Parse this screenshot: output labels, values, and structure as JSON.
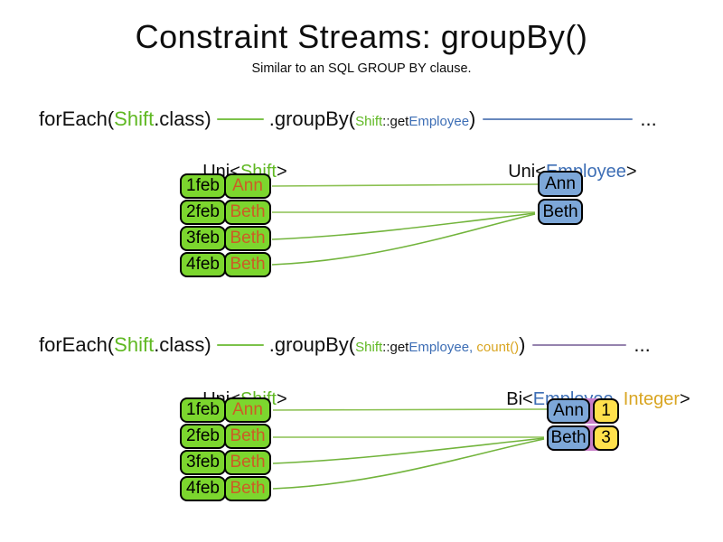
{
  "title": "Constraint Streams: groupBy()",
  "subtitle": "Similar to an SQL GROUP BY clause.",
  "colors": {
    "shift_green_fill": "#7cd62e",
    "code_green": "#5fb822",
    "employee_blue": "#3d6eb5",
    "employee_box_blue": "#7da7d8",
    "integer_gold": "#d9a521",
    "count_box_yellow": "#ffe14c",
    "name_orange": "#cc5c26",
    "tuple_purple": "#c97fc9",
    "wire_green": "#8cc152",
    "wire_blue": "#6787bd",
    "wire_purple": "#9583ae"
  },
  "section1": {
    "code": {
      "foreach_pre": "forEach(",
      "foreach_type": "Shift",
      "foreach_post": ".class)",
      "groupby_open": ".groupBy(",
      "arg_type": "Shift",
      "arg_getter": "::get",
      "arg_prop": "Employee",
      "groupby_close": ")",
      "ellipsis": "..."
    },
    "source_label": {
      "pre": "Uni<",
      "type": "Shift",
      "post": ">"
    },
    "result_label": {
      "pre": "Uni<",
      "type": "Employee",
      "post": ">"
    },
    "rows": [
      {
        "date": "1feb",
        "name": "Ann"
      },
      {
        "date": "2feb",
        "name": "Beth"
      },
      {
        "date": "3feb",
        "name": "Beth"
      },
      {
        "date": "4feb",
        "name": "Beth"
      }
    ],
    "groups": [
      {
        "name": "Ann"
      },
      {
        "name": "Beth"
      }
    ]
  },
  "section2": {
    "code": {
      "foreach_pre": "forEach(",
      "foreach_type": "Shift",
      "foreach_post": ".class)",
      "groupby_open": ".groupBy(",
      "arg_type": "Shift",
      "arg_getter": "::get",
      "arg_prop": "Employee",
      "arg_comma": ", ",
      "arg_count": "count()",
      "groupby_close": ")",
      "ellipsis": "..."
    },
    "source_label": {
      "pre": "Uni<",
      "type": "Shift",
      "post": ">"
    },
    "result_label": {
      "pre": "Bi<",
      "type1": "Employee",
      "comma": ", ",
      "type2": "Integer",
      "post": ">"
    },
    "rows": [
      {
        "date": "1feb",
        "name": "Ann"
      },
      {
        "date": "2feb",
        "name": "Beth"
      },
      {
        "date": "3feb",
        "name": "Beth"
      },
      {
        "date": "4feb",
        "name": "Beth"
      }
    ],
    "groups": [
      {
        "name": "Ann",
        "count": "1"
      },
      {
        "name": "Beth",
        "count": "3"
      }
    ]
  }
}
